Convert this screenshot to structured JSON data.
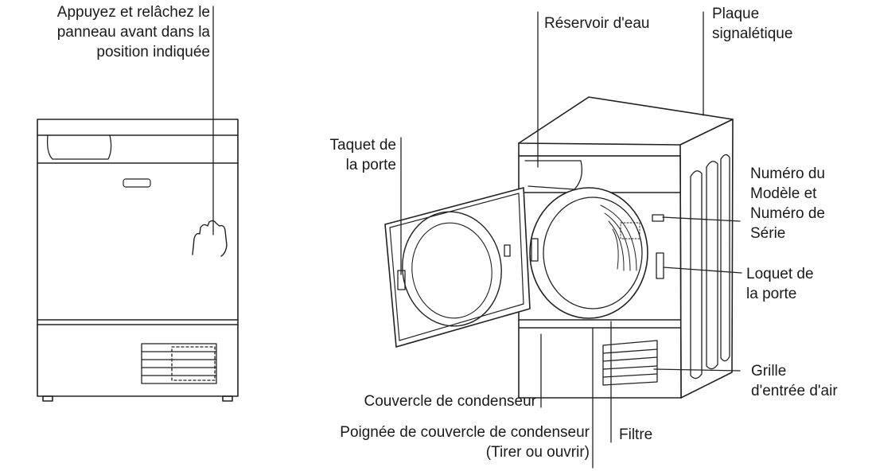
{
  "labels": {
    "front_panel": [
      "Appuyez et relâchez le",
      "panneau avant dans la",
      "position indiquée"
    ],
    "water_tank": [
      "Réservoir d'eau"
    ],
    "rating_plate": [
      "Plaque",
      "signalétique"
    ],
    "door_catch": [
      "Taquet de",
      "la porte"
    ],
    "model_serial": [
      "Numéro du",
      "Modèle et",
      "Numéro de",
      "Série"
    ],
    "door_latch": [
      "Loquet de",
      "la porte"
    ],
    "air_grille": [
      "Grille",
      "d'entrée d'air"
    ],
    "condenser_cover": [
      "Couvercle de condenseur"
    ],
    "condenser_handle": [
      "Poignée de couvercle de condenseur",
      "(Tirer ou ouvrir)"
    ],
    "filter": [
      "Filtre"
    ]
  }
}
